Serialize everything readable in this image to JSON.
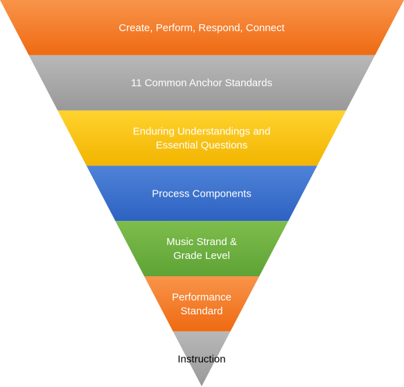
{
  "layers": [
    {
      "lines": [
        "Create, Perform, Respond, Connect"
      ],
      "color_top": "#F8944A",
      "color_bottom": "#EF6A12",
      "text_color": "#FFFFFF"
    },
    {
      "lines": [
        "11 Common Anchor Standards"
      ],
      "color_top": "#B8B8B8",
      "color_bottom": "#999999",
      "text_color": "#FFFFFF"
    },
    {
      "lines": [
        "Enduring Understandings and",
        "Essential Questions"
      ],
      "color_top": "#FFD32E",
      "color_bottom": "#F2B400",
      "text_color": "#FFFFFF"
    },
    {
      "lines": [
        "Process Components"
      ],
      "color_top": "#4F83D8",
      "color_bottom": "#2D62C2",
      "text_color": "#FFFFFF"
    },
    {
      "lines": [
        "Music Strand &",
        "Grade Level"
      ],
      "color_top": "#7DBD4C",
      "color_bottom": "#5FA336",
      "text_color": "#FFFFFF"
    },
    {
      "lines": [
        "Performance",
        "Standard"
      ],
      "color_top": "#F8944A",
      "color_bottom": "#EF6A12",
      "text_color": "#FFFFFF"
    },
    {
      "lines": [
        "Instruction"
      ],
      "color_top": "#B8B8B8",
      "color_bottom": "#999999",
      "text_color": "#000000"
    }
  ]
}
